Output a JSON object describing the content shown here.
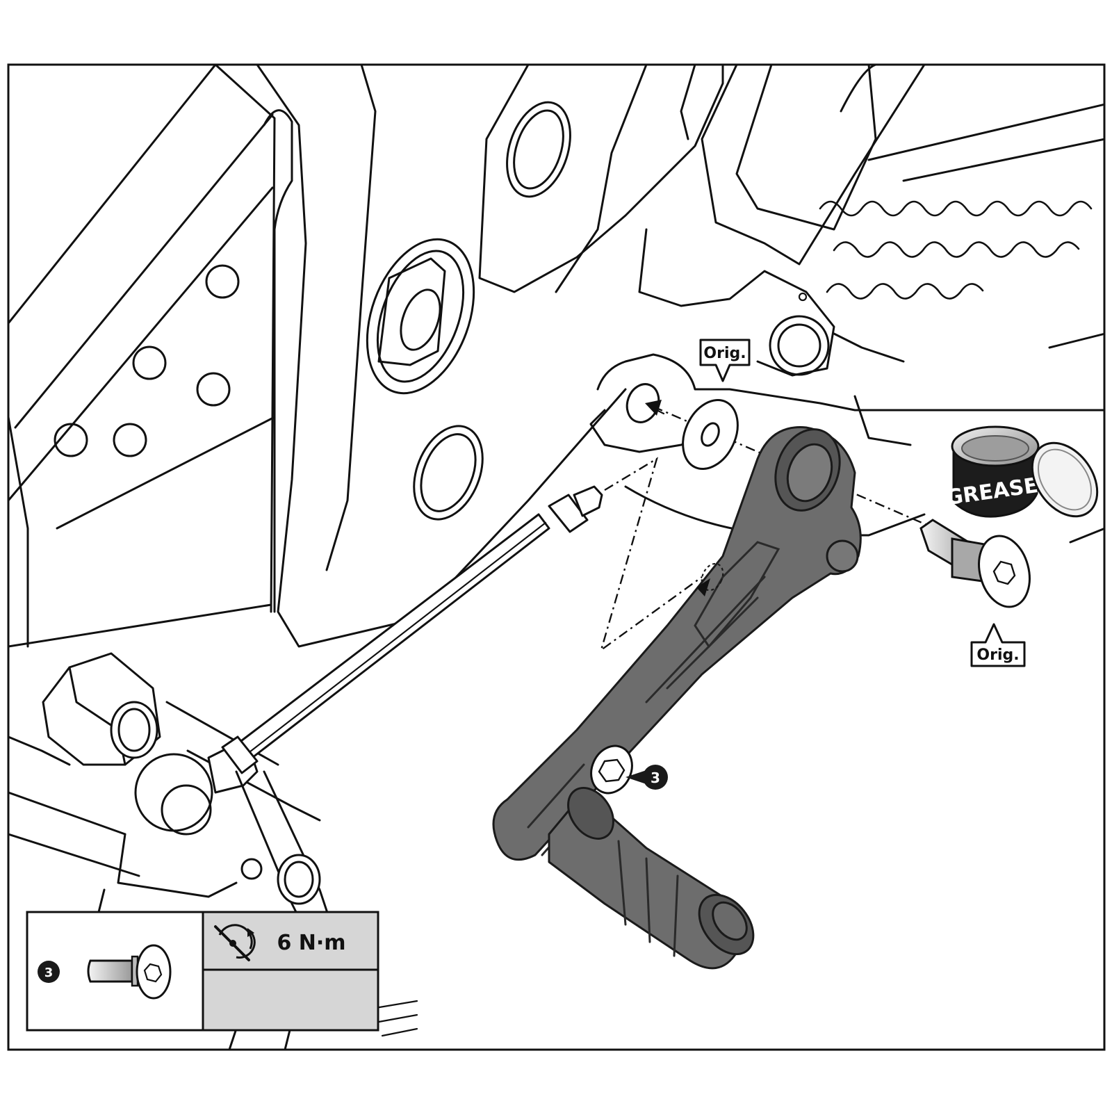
{
  "callouts": {
    "orig_top": "Orig.",
    "orig_bottom": "Orig.",
    "grease": "GREASE",
    "step_number": "3"
  },
  "legend": {
    "item_number": "3",
    "torque": "6 N·m"
  },
  "colors": {
    "line": "#111111",
    "part_fill": "#6d6d6d",
    "legend_bg": "#d6d6d6",
    "badge": "#1a1a1a"
  }
}
